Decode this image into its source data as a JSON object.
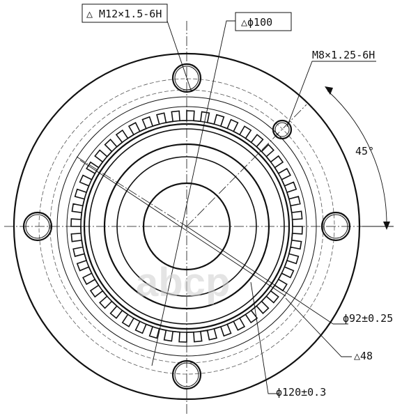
{
  "annotations": {
    "thread_m12": "△ M12×1.5-6H",
    "diameter_100": "△ϕ100",
    "thread_m8": "M8×1.25-6H",
    "angle_45": "45°",
    "diameter_92": "ϕ92±0.25",
    "dimension_48": "△48",
    "diameter_120": "ϕ120±0.3"
  },
  "watermark": "abcp",
  "tone_ring_teeth": 48,
  "colors": {
    "line": "#111111",
    "background": "#ffffff",
    "watermark": "#cfcfcf"
  }
}
